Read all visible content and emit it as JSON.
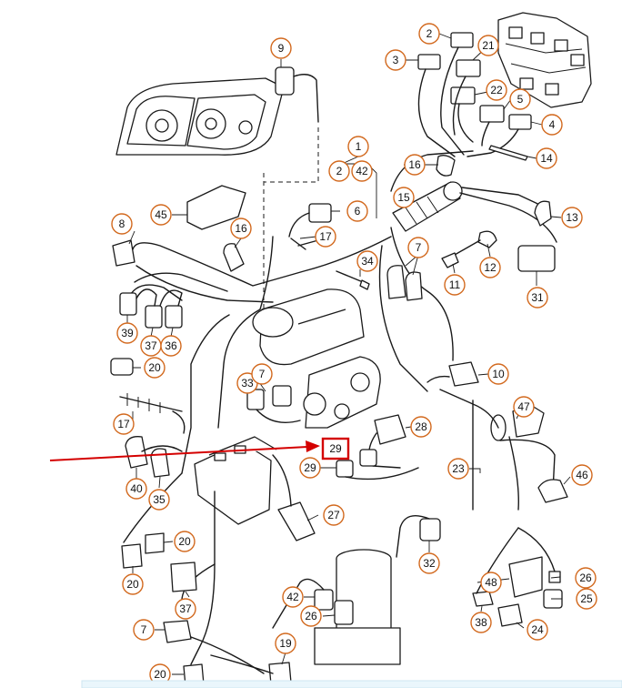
{
  "diagram": {
    "title": "",
    "highlighted_callout": "29",
    "colors": {
      "callout_stroke": "#d2691e",
      "highlight": "#d40000",
      "line": "#1a1a1a",
      "footer_band": "#eaf6fc"
    },
    "callouts": [
      {
        "label": "9"
      },
      {
        "label": "2"
      },
      {
        "label": "21"
      },
      {
        "label": "3"
      },
      {
        "label": "22"
      },
      {
        "label": "5"
      },
      {
        "label": "4"
      },
      {
        "label": "14"
      },
      {
        "label": "1"
      },
      {
        "label": "2"
      },
      {
        "label": "42"
      },
      {
        "label": "16"
      },
      {
        "label": "15"
      },
      {
        "label": "13"
      },
      {
        "label": "45"
      },
      {
        "label": "6"
      },
      {
        "label": "8"
      },
      {
        "label": "16"
      },
      {
        "label": "17"
      },
      {
        "label": "7"
      },
      {
        "label": "12"
      },
      {
        "label": "34"
      },
      {
        "label": "11"
      },
      {
        "label": "31"
      },
      {
        "label": "39"
      },
      {
        "label": "37"
      },
      {
        "label": "36"
      },
      {
        "label": "20"
      },
      {
        "label": "33"
      },
      {
        "label": "7"
      },
      {
        "label": "10"
      },
      {
        "label": "47"
      },
      {
        "label": "17"
      },
      {
        "label": "28"
      },
      {
        "label": "23"
      },
      {
        "label": "46"
      },
      {
        "label": "29"
      },
      {
        "label": "40"
      },
      {
        "label": "35"
      },
      {
        "label": "27"
      },
      {
        "label": "20"
      },
      {
        "label": "20"
      },
      {
        "label": "32"
      },
      {
        "label": "26"
      },
      {
        "label": "48"
      },
      {
        "label": "25"
      },
      {
        "label": "38"
      },
      {
        "label": "37"
      },
      {
        "label": "42"
      },
      {
        "label": "26"
      },
      {
        "label": "24"
      },
      {
        "label": "7"
      },
      {
        "label": "19"
      },
      {
        "label": "20"
      }
    ]
  }
}
